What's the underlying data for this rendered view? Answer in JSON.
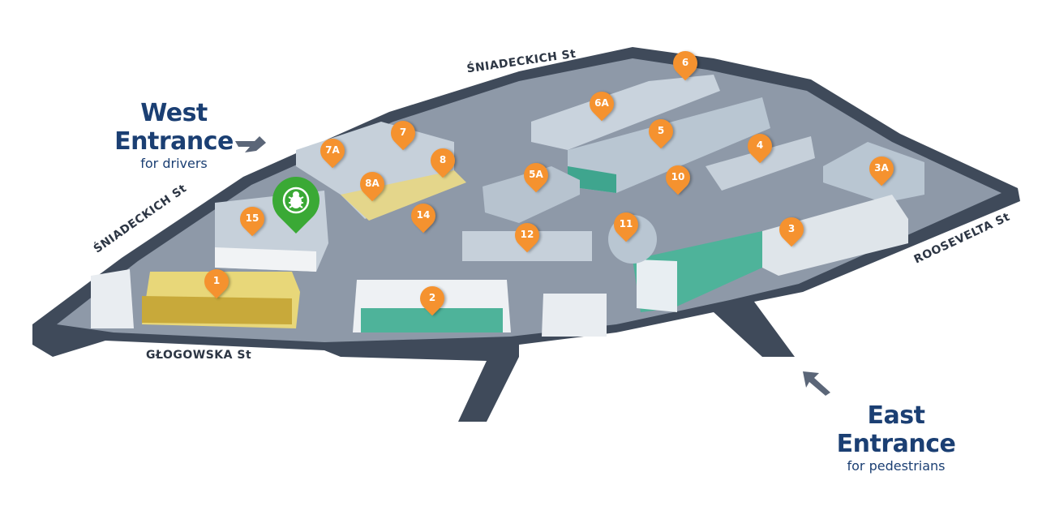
{
  "west_entrance": {
    "title": "West Entrance",
    "subtitle": "for drivers"
  },
  "east_entrance": {
    "title": "East Entrance",
    "subtitle": "for pedestrians"
  },
  "streets": {
    "top": "ŚNIADECKICH St",
    "left": "ŚNIADECKICH St",
    "bottom": "GŁOGOWSKA St",
    "right": "ROOSEVELTA St"
  },
  "pins": [
    "6",
    "6A",
    "7",
    "5",
    "4",
    "7A",
    "8",
    "3A",
    "5A",
    "10",
    "8A",
    "15",
    "14",
    "11",
    "12",
    "3",
    "1",
    "2"
  ],
  "highlight_pin": {
    "icon": "bug-icon",
    "color": "#3aa935"
  },
  "colors": {
    "pin": "#f5922f",
    "road": "#3f4a5a",
    "ground": "#8e99a8",
    "title": "#1b3f73"
  }
}
